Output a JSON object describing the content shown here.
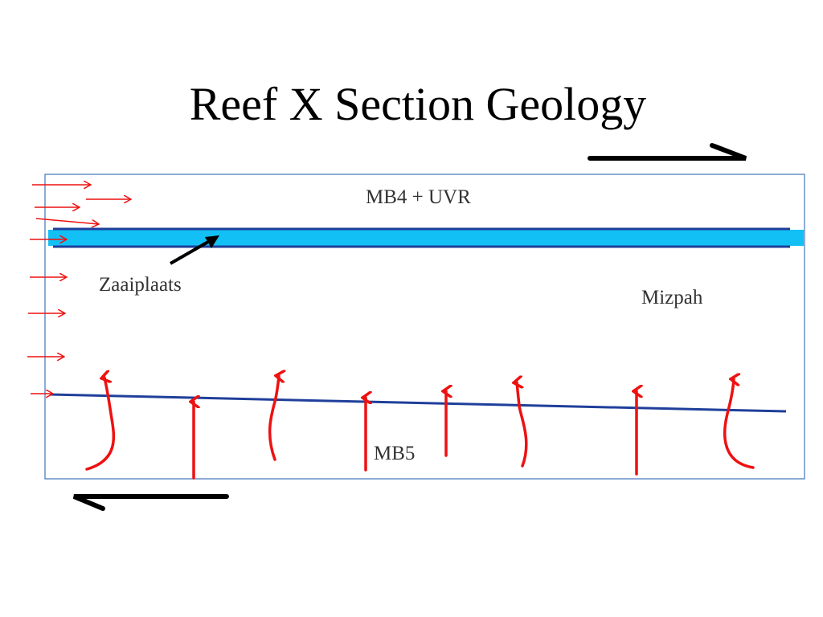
{
  "title": "Reef X Section Geology",
  "labels": {
    "upper_unit": "MB4 + UVR",
    "reef": "Zaaiplaats",
    "right_unit": "Mizpah",
    "lower_unit": "MB5"
  },
  "colors": {
    "frame": "#4f7fc0",
    "reef_fill": "#12c0f5",
    "reef_edge": "#1f3f9a",
    "contact": "#1f3f9a",
    "fluid_arrow": "#ee1111",
    "shear_arrow": "#000000"
  },
  "icons": {
    "fluid_flow": "red-arrow-icon",
    "shear_sense": "black-half-arrow-icon"
  }
}
